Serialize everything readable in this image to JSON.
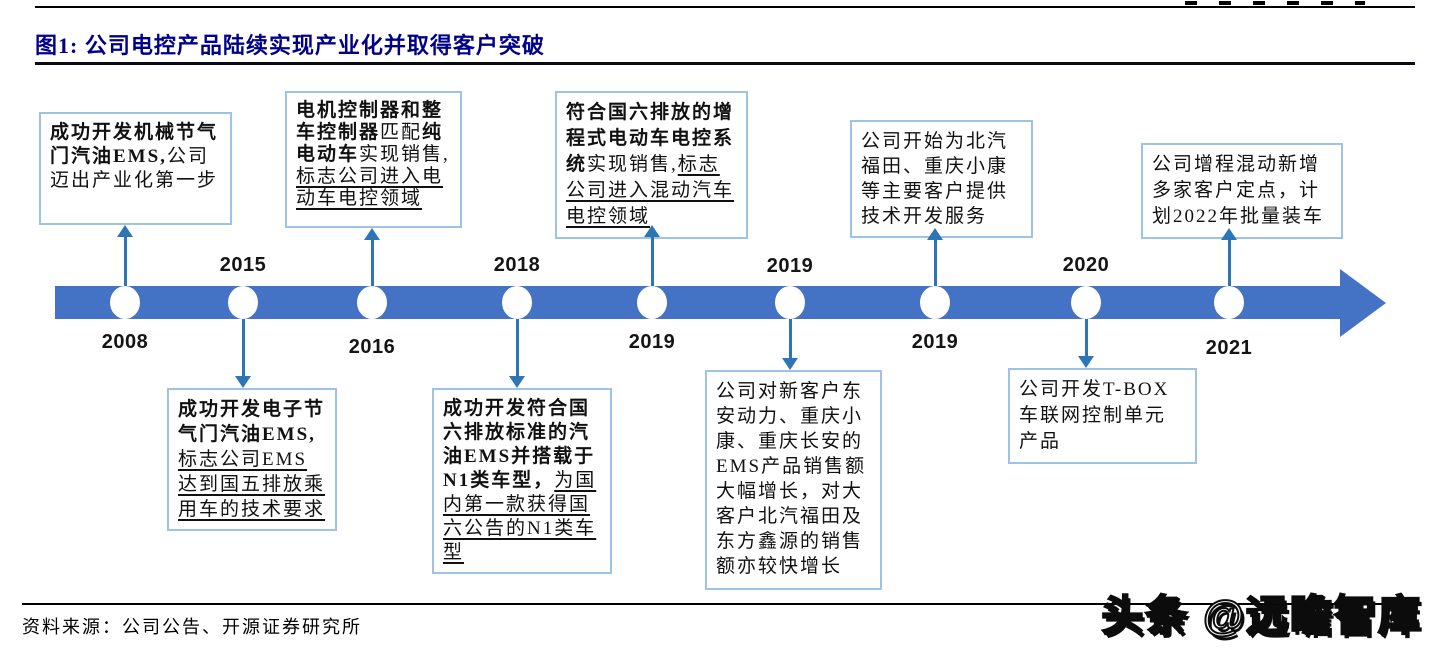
{
  "figure": {
    "title": "图1:  公司电控产品陆续实现产业化并取得客户突破"
  },
  "colors": {
    "timeline_bar": "#4472C4",
    "connector": "#2E75B6",
    "box_border": "#9DC3E6",
    "title_text": "#00008B"
  },
  "timeline": {
    "events": [
      {
        "year": "2008",
        "year_position": "below",
        "box_position": "above",
        "segments": [
          {
            "text": "成功开发机械节气门汽油EMS,",
            "bold": true
          },
          {
            "text": "公司迈出产业化第一步",
            "bold": false
          }
        ]
      },
      {
        "year": "2015",
        "year_position": "above",
        "box_position": "below",
        "segments": [
          {
            "text": "成功开发电子节气门汽油EMS,",
            "bold": true
          },
          {
            "text": "标志公司EMS达到国五排放乘用车的技术要求",
            "bold": false,
            "underline": true
          }
        ]
      },
      {
        "year": "2016",
        "year_position": "below",
        "box_position": "above",
        "segments": [
          {
            "text": "电机控制器和整车控制器",
            "bold": true
          },
          {
            "text": "匹配",
            "bold": false
          },
          {
            "text": "纯电动车",
            "bold": true
          },
          {
            "text": "实现销售,",
            "bold": false
          },
          {
            "text": "标志公司进入电动车电控领域",
            "bold": false,
            "underline": true
          }
        ]
      },
      {
        "year": "2018",
        "year_position": "above",
        "box_position": "below",
        "segments": [
          {
            "text": "成功开发符合国六排放标准的汽油EMS并搭载于N1类车型，",
            "bold": true
          },
          {
            "text": "为国内第一款获得国六公告的N1类车型",
            "bold": false,
            "underline": true
          }
        ]
      },
      {
        "year": "2019",
        "year_position": "below",
        "box_position": "above",
        "segments": [
          {
            "text": "符合国六排放的增程式电动车电控系统",
            "bold": true
          },
          {
            "text": "实现销售,",
            "bold": false
          },
          {
            "text": "标志公司进入混动汽车电控领域",
            "bold": false,
            "underline": true
          }
        ]
      },
      {
        "year": "2019",
        "year_position": "above",
        "box_position": "below",
        "segments": [
          {
            "text": "公司对新客户东安动力、重庆小康、重庆长安的EMS产品销售额大幅增长，对大客户北汽福田及东方鑫源的销售额亦较快增长",
            "bold": false
          }
        ]
      },
      {
        "year": "2019",
        "year_position": "below",
        "box_position": "above",
        "segments": [
          {
            "text": "公司开始为北汽福田、重庆小康等主要客户提供技术开发服务",
            "bold": false
          }
        ]
      },
      {
        "year": "2020",
        "year_position": "above",
        "box_position": "below",
        "segments": [
          {
            "text": "公司开发T-BOX车联网控制单元产品",
            "bold": false
          }
        ]
      },
      {
        "year": "2021",
        "year_position": "below",
        "box_position": "above",
        "segments": [
          {
            "text": "公司增程混动新增多家客户定点，计划2022年批量装车",
            "bold": false
          }
        ]
      }
    ]
  },
  "source_note": "资料来源：公司公告、开源证券研究所",
  "watermark": "头条 @远瞻智库"
}
